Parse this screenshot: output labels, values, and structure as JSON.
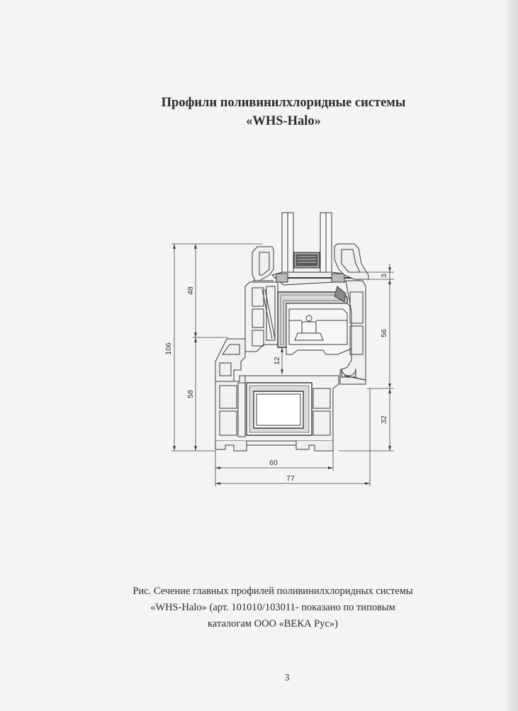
{
  "document": {
    "title_line1": "Профили поливинилхлоридные системы",
    "title_line2": "«WHS-Halo»",
    "caption_line1": "Рис. Сечение главных профилей поливинилхлоридных системы",
    "caption_line2": "«WHS-Halo» (арт. 101010/103011- показано по типовым",
    "caption_line3": "каталогам ООО «ВЕКА Рус»)",
    "page_number": "3"
  },
  "drawing": {
    "dimensions": {
      "total_height": "106",
      "upper_height": "48",
      "lower_height": "58",
      "overlap": "12",
      "gap": "3",
      "sash_height": "56",
      "frame_height": "32",
      "frame_width": "60",
      "total_width": "77"
    },
    "line_color": "#3a3a3a"
  }
}
